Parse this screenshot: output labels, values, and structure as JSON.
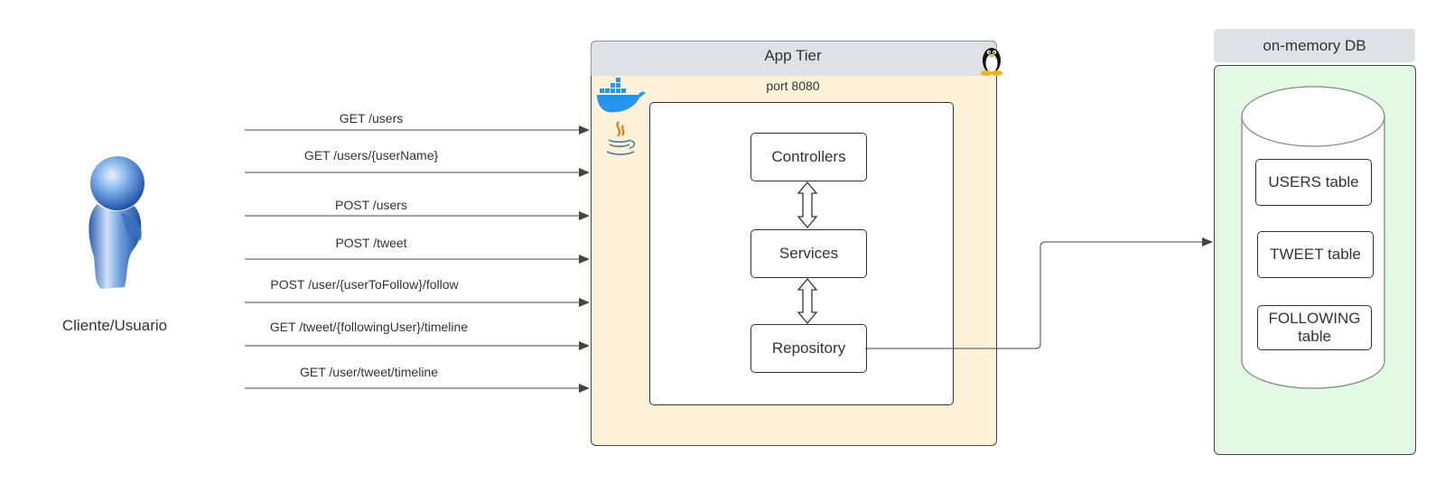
{
  "client": {
    "label": "Cliente/Usuario",
    "icon": "user-figure-icon"
  },
  "endpoints": [
    "GET /users",
    "GET /users/{userName}",
    "POST /users",
    "POST /tweet",
    "POST /user/{userToFollow}/follow",
    "GET /tweet/{followingUser}/timeline",
    "GET /user/tweet/timeline"
  ],
  "app_tier": {
    "title": "App Tier",
    "port": "port 8080",
    "layers": [
      "Controllers",
      "Services",
      "Repository"
    ],
    "icons": [
      "linux-tux-icon",
      "docker-whale-icon",
      "java-cup-icon"
    ]
  },
  "database": {
    "title": "on-memory DB",
    "tables": [
      "USERS table",
      "TWEET table",
      "FOLLOWING table"
    ]
  },
  "colors": {
    "app_tier_fill": "#fff2d9",
    "header_fill": "#dee1e6",
    "db_fill": "#e2f9e3",
    "line": "#444444"
  }
}
